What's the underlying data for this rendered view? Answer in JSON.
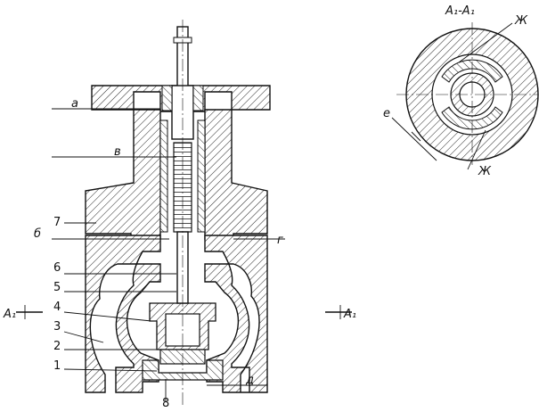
{
  "section_title": "A₁-A₁",
  "section_marks": {
    "left": "A₁",
    "right": "A₁"
  },
  "letters": {
    "a": "а",
    "v": "в",
    "b": "б",
    "g": "г",
    "d": "д",
    "e": "е",
    "zh_top": "Ж",
    "zh_bottom": "Ж"
  },
  "parts": [
    "1",
    "2",
    "3",
    "4",
    "5",
    "6",
    "7",
    "8"
  ]
}
